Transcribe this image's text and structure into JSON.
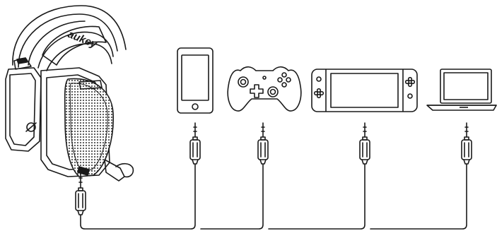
{
  "headset": {
    "brand_text": "aukey",
    "icon": "gaming-headset-icon"
  },
  "devices": [
    {
      "name": "smartphone",
      "icon": "smartphone-icon"
    },
    {
      "name": "game-controller",
      "icon": "gamepad-icon"
    },
    {
      "name": "handheld-console",
      "icon": "handheld-console-icon"
    },
    {
      "name": "laptop",
      "icon": "laptop-icon"
    }
  ],
  "connection": {
    "plug_type": "3.5mm jack",
    "cable_icon": "audio-cable-icon"
  },
  "colors": {
    "line": "#1a1a1a",
    "mesh": "#555555",
    "background": "#ffffff"
  }
}
